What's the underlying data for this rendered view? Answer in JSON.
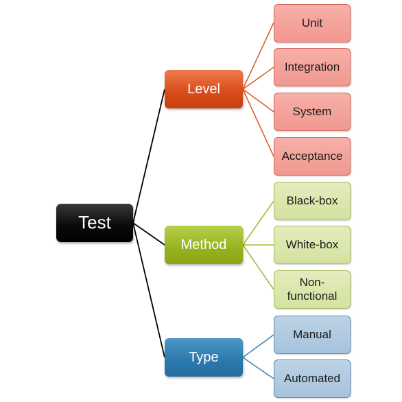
{
  "root": {
    "label": "Test"
  },
  "branches": [
    {
      "label": "Level",
      "color": "#d84a1a",
      "children": [
        "Unit",
        "Integration",
        "System",
        "Acceptance"
      ]
    },
    {
      "label": "Method",
      "color": "#96b21f",
      "children": [
        "Black-box",
        "White-box",
        "Non-functional"
      ]
    },
    {
      "label": "Type",
      "color": "#2a78ad",
      "children": [
        "Manual",
        "Automated"
      ]
    }
  ]
}
